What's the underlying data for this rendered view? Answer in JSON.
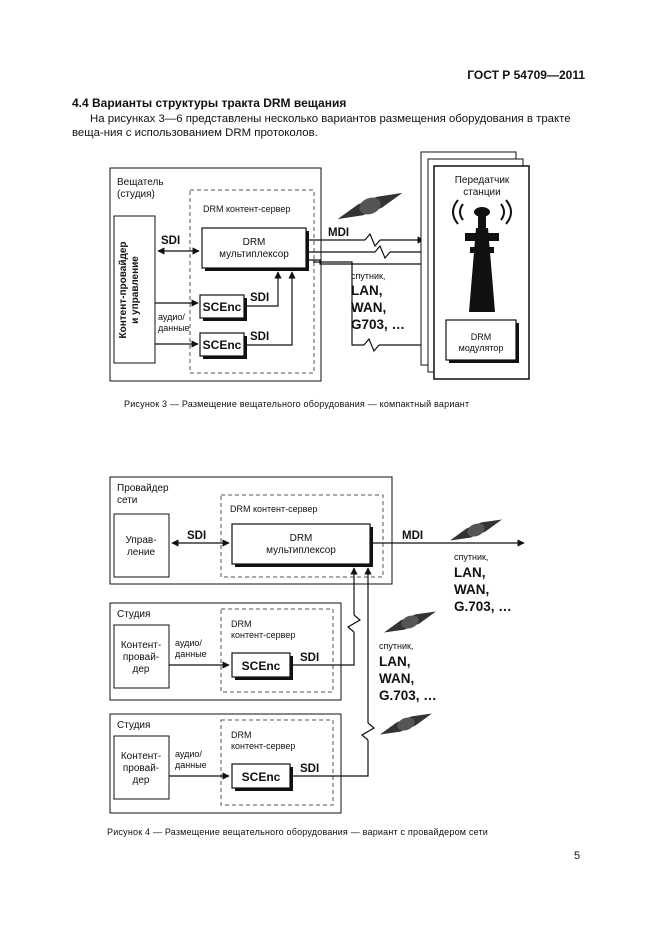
{
  "header": {
    "standard": "ГОСТ Р 54709—2011"
  },
  "section": {
    "title": "4.4 Варианты структуры тракта DRM вещания",
    "paragraph": "На рисунках 3—6 представлены несколько вариантов размещения оборудования в тракте веща-ния с использованием DRM протоколов."
  },
  "figure3": {
    "caption": "Рисунок 3 — Размещение вещательного оборудования — компактный вариант",
    "broadcaster_line1": "Вещатель",
    "broadcaster_line2": "(студия)",
    "provider_vertical_line1": "Контент-провайдер",
    "provider_vertical_line2": "и управление",
    "content_server": "DRM контент-сервер",
    "mux_line1": "DRM",
    "mux_line2": "мультиплексор",
    "sdi_top": "SDI",
    "scenc1": "SCEnc",
    "scenc2": "SCEnc",
    "sdi1": "SDI",
    "sdi2": "SDI",
    "audio_line1": "аудио/",
    "audio_line2": "данные",
    "mdi": "MDI",
    "link_line1": "спутник,",
    "link_line2": "LAN,",
    "link_line3": "WAN,",
    "link_line4": "G703, …",
    "station_line1": "Передатчик",
    "station_line2": "станции",
    "modulator_line1": "DRM",
    "modulator_line2": "модулятор"
  },
  "figure4": {
    "caption": "Рисунок 4 — Размещение вещательного оборудования — вариант с провайдером сети",
    "provider_line1": "Провайдер",
    "provider_line2": "сети",
    "content_server": "DRM контент-сервер",
    "control_line1": "Управ-",
    "control_line2": "ление",
    "sdi_top": "SDI",
    "mux_line1": "DRM",
    "mux_line2": "мультиплексор",
    "mdi": "MDI",
    "link_a_line1": "спутник,",
    "link_a_line2": "LAN,",
    "link_a_line3": "WAN,",
    "link_a_line4": "G.703, …",
    "link_b_line1": "спутник,",
    "link_b_line2": "LAN,",
    "link_b_line3": "WAN,",
    "link_b_line4": "G.703, …",
    "studio1": {
      "title": "Студия",
      "server_line1": "DRM",
      "server_line2": "контент-сервер",
      "provider_line1": "Контент-",
      "provider_line2": "провай-",
      "provider_line3": "дер",
      "audio_line1": "аудио/",
      "audio_line2": "данные",
      "scenc": "SCEnc",
      "sdi": "SDI"
    },
    "studio2": {
      "title": "Студия",
      "server_line1": "DRM",
      "server_line2": "контент-сервер",
      "provider_line1": "Контент-",
      "provider_line2": "провай-",
      "provider_line3": "дер",
      "audio_line1": "аудио/",
      "audio_line2": "данные",
      "scenc": "SCEnc",
      "sdi": "SDI"
    }
  },
  "page_number": "5"
}
